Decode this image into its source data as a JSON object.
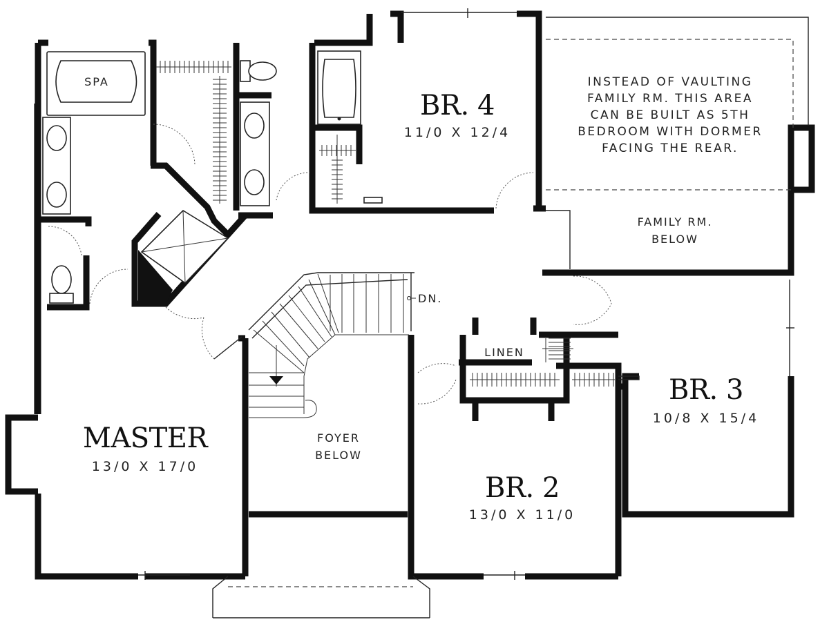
{
  "rooms": {
    "master": {
      "name": "MASTER",
      "size": "13/0  X  17/0"
    },
    "br4": {
      "name": "BR. 4",
      "size": "11/0  X  12/4"
    },
    "br3": {
      "name": "BR. 3",
      "size": "10/8  X  15/4"
    },
    "br2": {
      "name": "BR. 2",
      "size": "13/0  X  11/0"
    }
  },
  "labels": {
    "spa": "SPA",
    "linen": "LINEN",
    "dn": "DN.",
    "foyer_line1": "FOYER",
    "foyer_line2": "BELOW",
    "family_line1": "FAMILY RM.",
    "family_line2": "BELOW"
  },
  "note_lines": [
    "INSTEAD OF VAULTING",
    "FAMILY RM. THIS AREA",
    "CAN BE BUILT AS 5TH",
    "BEDROOM WITH DORMER",
    "FACING THE REAR."
  ]
}
